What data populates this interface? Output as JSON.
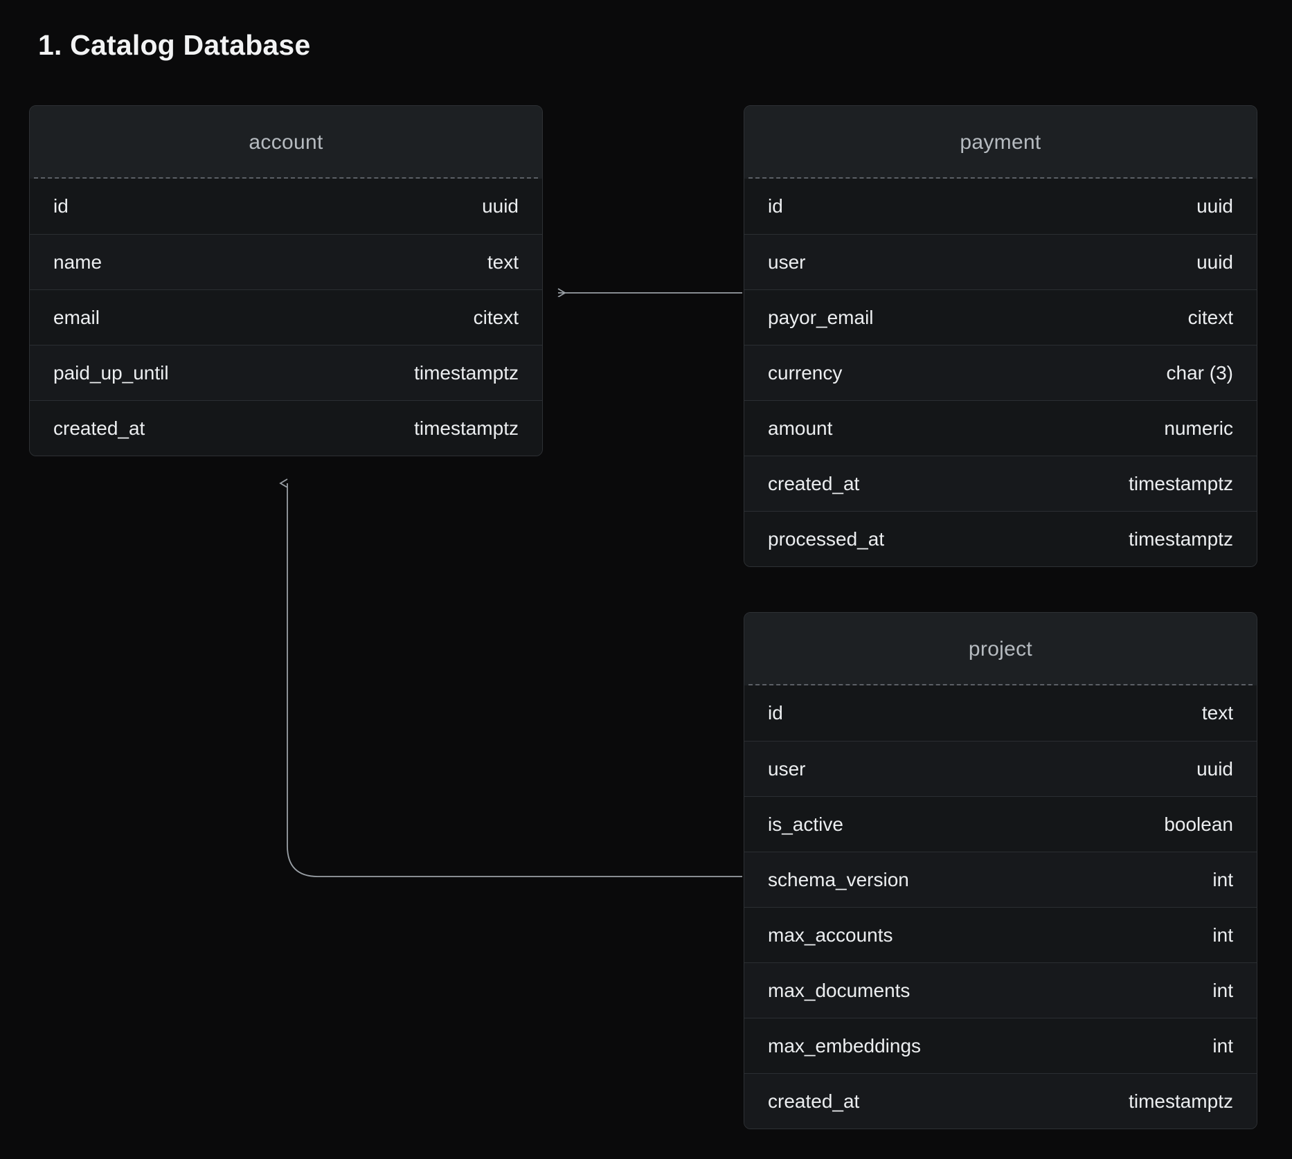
{
  "page": {
    "title": "1. Catalog Database",
    "background_color": "#0a0a0b",
    "accent_color": "#9aa0a6"
  },
  "entities": [
    {
      "name": "account",
      "fields": [
        {
          "name": "id",
          "type": "uuid"
        },
        {
          "name": "name",
          "type": "text"
        },
        {
          "name": "email",
          "type": "citext"
        },
        {
          "name": "paid_up_until",
          "type": "timestamptz"
        },
        {
          "name": "created_at",
          "type": "timestamptz"
        }
      ]
    },
    {
      "name": "payment",
      "fields": [
        {
          "name": "id",
          "type": "uuid"
        },
        {
          "name": "user",
          "type": "uuid"
        },
        {
          "name": "payor_email",
          "type": "citext"
        },
        {
          "name": "currency",
          "type": "char (3)"
        },
        {
          "name": "amount",
          "type": "numeric"
        },
        {
          "name": "created_at",
          "type": "timestamptz"
        },
        {
          "name": "processed_at",
          "type": "timestamptz"
        }
      ]
    },
    {
      "name": "project",
      "fields": [
        {
          "name": "id",
          "type": "text"
        },
        {
          "name": "user",
          "type": "uuid"
        },
        {
          "name": "is_active",
          "type": "boolean"
        },
        {
          "name": "schema_version",
          "type": "int"
        },
        {
          "name": "max_accounts",
          "type": "int"
        },
        {
          "name": "max_documents",
          "type": "int"
        },
        {
          "name": "max_embeddings",
          "type": "int"
        },
        {
          "name": "created_at",
          "type": "timestamptz"
        }
      ]
    }
  ],
  "relationships": [
    {
      "from": "payment",
      "to": "account",
      "kind": "payment-user-to-account"
    },
    {
      "from": "project",
      "to": "account",
      "kind": "project-user-to-account"
    }
  ]
}
